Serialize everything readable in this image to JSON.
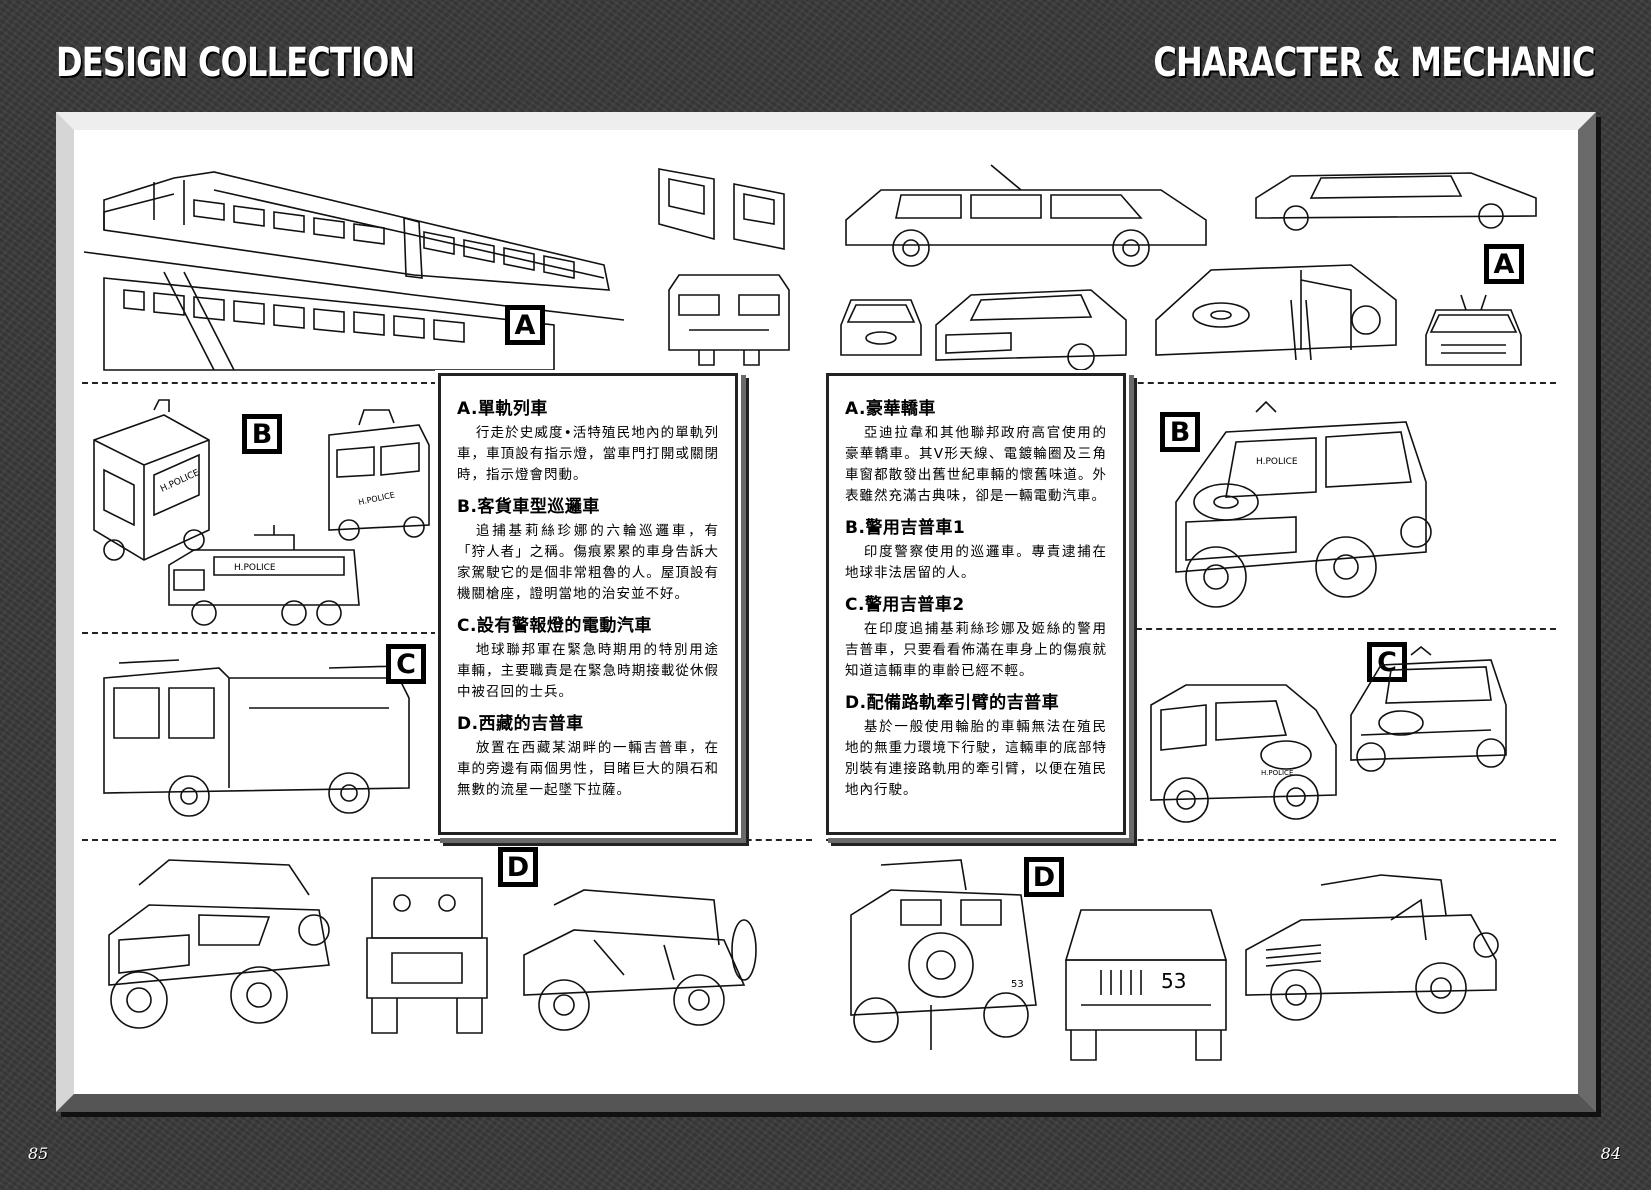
{
  "headers": {
    "left_title": "DESIGN COLLECTION",
    "right_title": "CHARACTER & MECHANIC"
  },
  "page_numbers": {
    "left": "85",
    "right": "84"
  },
  "left_page": {
    "labels": {
      "a": "A",
      "b": "B",
      "c": "C",
      "d": "D"
    },
    "vehicle_markings": {
      "police_1": "H.POLICE",
      "police_2": "H.POLICE",
      "police_3": "H.POLICE"
    },
    "sections": [
      {
        "heading": "A.單軌列車",
        "body": "行走於史威度•活特殖民地內的單軌列車，車頂設有指示燈，當車門打開或關閉時，指示燈會閃動。"
      },
      {
        "heading": "B.客貨車型巡邏車",
        "body": "追捕基莉絲珍娜的六輪巡邏車，有「狩人者」之稱。傷痕累累的車身告訴大家駕駛它的是個非常粗魯的人。屋頂設有機關槍座，證明當地的治安並不好。"
      },
      {
        "heading": "C.設有警報燈的電動汽車",
        "body": "地球聯邦軍在緊急時期用的特別用途車輛，主要職責是在緊急時期接載從休假中被召回的士兵。"
      },
      {
        "heading": "D.西藏的吉普車",
        "body": "放置在西藏某湖畔的一輛吉普車，在車的旁邊有兩個男性，目睹巨大的隕石和無數的流星一起墜下拉薩。"
      }
    ]
  },
  "right_page": {
    "labels": {
      "a": "A",
      "b": "B",
      "c": "C",
      "d": "D"
    },
    "vehicle_markings": {
      "police_1": "H.POLICE",
      "police_2": "H.POLICE",
      "plate_1": "53",
      "plate_2": "53"
    },
    "sections": [
      {
        "heading": "A.豪華轎車",
        "body": "亞迪拉韋和其他聯邦政府高官使用的豪華轎車。其V形天線、電鍍輪圈及三角車窗都散發出舊世紀車輛的懷舊味道。外表雖然充滿古典味，卻是一輛電動汽車。"
      },
      {
        "heading": "B.警用吉普車1",
        "body": "印度警察使用的巡邏車。專責逮捕在地球非法居留的人。"
      },
      {
        "heading": "C.警用吉普車2",
        "body": "在印度追捕基莉絲珍娜及姬絲的警用吉普車，只要看看佈滿在車身上的傷痕就知道這輛車的車齡已經不輕。"
      },
      {
        "heading": "D.配備路軌牽引臂的吉普車",
        "body": "基於一般使用輪胎的車輛無法在殖民地的無重力環境下行駛，這輛車的底部特別裝有連接路軌用的牽引臂，以便在殖民地內行駛。"
      }
    ]
  }
}
